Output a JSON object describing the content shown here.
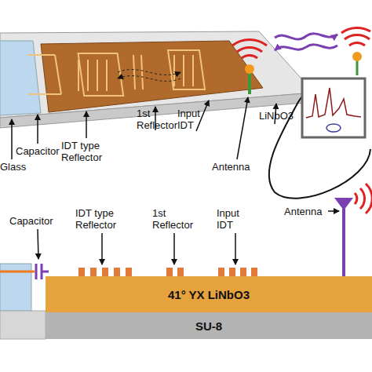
{
  "diagram": {
    "nodes": [
      {
        "text": [
          "41° YX LiNbO3"
        ]
      },
      {
        "text": [
          "SU-8"
        ]
      }
    ],
    "labels": [
      "Glass",
      "Capacitor",
      "IDT type Reflector",
      "1st Reflector",
      "Input IDT",
      "LiNbO3",
      "Antenna",
      "Capacitor",
      "IDT type Reflector",
      "1st Reflector",
      "Input IDT",
      "Antenna"
    ]
  }
}
